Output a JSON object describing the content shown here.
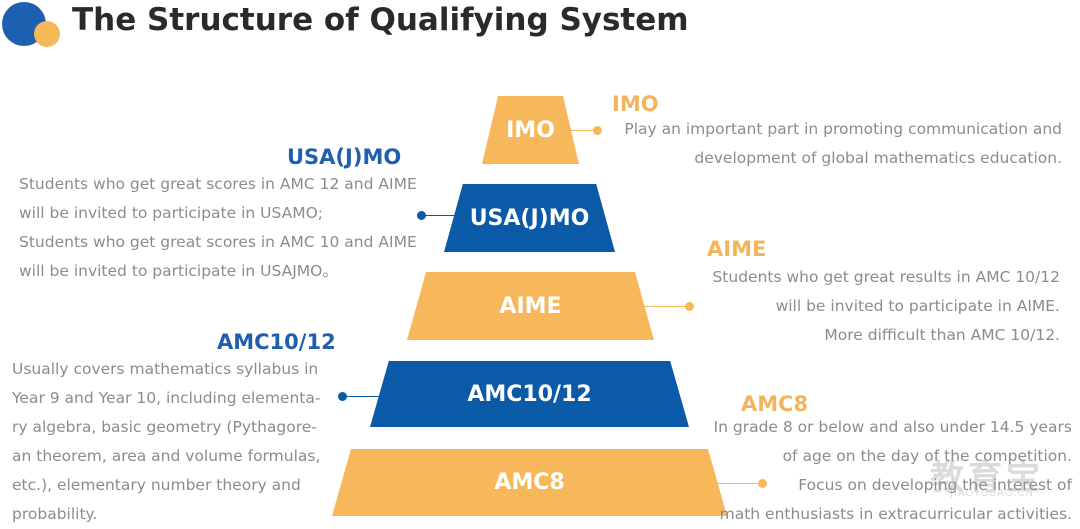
{
  "title": "The Structure of Qualifying System",
  "colors": {
    "blue": "#0b5aa8",
    "orange": "#f6b85b",
    "text": "#8c8c8c"
  },
  "tiers": [
    {
      "label": "IMO"
    },
    {
      "label": "USA(J)MO"
    },
    {
      "label": "AIME"
    },
    {
      "label": "AMC10/12"
    },
    {
      "label": "AMC8"
    }
  ],
  "callouts": {
    "imo": {
      "heading": "IMO",
      "lines": [
        "Play an important part in promoting communication and",
        "development of global mathematics education."
      ]
    },
    "usajmo": {
      "heading": "USA(J)MO",
      "lines": [
        "Students  who get great scores in AMC 12 and AIME",
        "will be invited to participate in USAMO;",
        "Students  who get great scores in AMC 10 and AIME",
        "will be invited to participate in USAJMO。"
      ]
    },
    "aime": {
      "heading": "AIME",
      "lines": [
        "Students who get great results in AMC 10/12",
        "will be invited to participate in AIME.",
        "More difficult than AMC 10/12."
      ]
    },
    "amc1012": {
      "heading": "AMC10/12",
      "lines": [
        "Usually covers mathematics syllabus in",
        "Year 9 and Year 10, including elementa-",
        "ry algebra, basic geometry (Pythagore-",
        "an theorem, area and volume formulas,",
        "etc.), elementary number theory and",
        "probability."
      ]
    },
    "amc8": {
      "heading": "AMC8",
      "lines": [
        "In grade 8 or  below and also under 14.5 years",
        "of age on the day of the competition.",
        "Focus on developing the interest of",
        "math enthusiasts in extracurricular activities."
      ]
    }
  },
  "watermark": {
    "main": "教育宝",
    "sub": "JIAOYUBAO.CN"
  }
}
